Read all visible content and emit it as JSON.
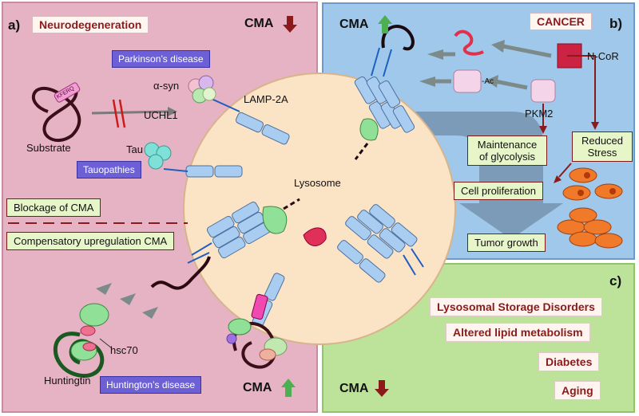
{
  "panel_a": {
    "letter": "a)",
    "title": "Neurodegeneration",
    "cma": "CMA",
    "parkinsons": "Parkinson’s disease",
    "alpha_syn": "α-syn",
    "lamp2a": "LAMP-2A",
    "uchl1": "UCHL1",
    "substrate": "Substrate",
    "kferq": "KFERQ",
    "tau": "Tau",
    "tauopathies": "Tauopathies",
    "blockage": "Blockage of CMA",
    "compensatory": "Compensatory upregulation CMA",
    "hsc70": "hsc70",
    "huntingtin": "Huntingtin",
    "huntingtons": "Huntington’s disease",
    "cma_bottom": "CMA"
  },
  "lysosome": {
    "label": "Lysosome"
  },
  "panel_b": {
    "letter": "b)",
    "title": "CANCER",
    "cma": "CMA",
    "ncor": "N-CoR",
    "ac": "-Ac",
    "pkm2": "PKM2",
    "maintenance": "Maintenance of glycolysis",
    "reduced_stress": "Reduced Stress",
    "proliferation": "Cell proliferation",
    "tumor": "Tumor growth"
  },
  "panel_c": {
    "letter": "c)",
    "cma": "CMA",
    "disorders": [
      "Lysosomal Storage Disorders",
      "Altered lipid metabolism",
      "Diabetes",
      "Aging"
    ]
  },
  "colors": {
    "arrow_down": "#8b1a1a",
    "arrow_up": "#4caf50",
    "receptor": "#a9cdf0",
    "lysosome": "#fbe3c6"
  }
}
